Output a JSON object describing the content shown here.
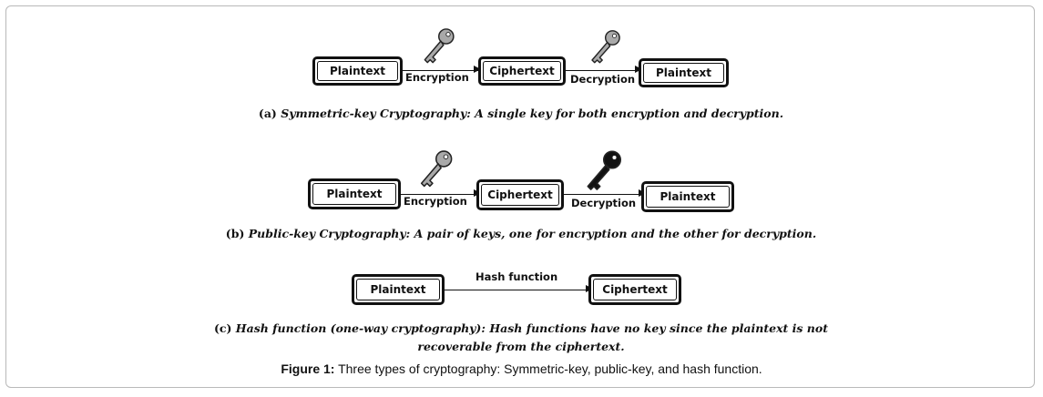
{
  "panel_a": {
    "boxes": [
      "Plaintext",
      "Ciphertext",
      "Plaintext"
    ],
    "edges": [
      "Encryption",
      "Decryption"
    ],
    "keys": [
      "grey-key-icon",
      "grey-key-icon"
    ],
    "caption_label": "(a)",
    "caption_text": "Symmetric-key Cryptography: A single key for both encryption and decryption."
  },
  "panel_b": {
    "boxes": [
      "Plaintext",
      "Ciphertext",
      "Plaintext"
    ],
    "edges": [
      "Encryption",
      "Decryption"
    ],
    "keys": [
      "grey-key-icon",
      "black-key-icon"
    ],
    "caption_label": "(b)",
    "caption_text": "Public-key Cryptography: A pair of keys, one for encryption and the other for decryption."
  },
  "panel_c": {
    "boxes": [
      "Plaintext",
      "Ciphertext"
    ],
    "edges": [
      "Hash function"
    ],
    "caption_label": "(c)",
    "caption_line1": "Hash function (one-way cryptography): Hash functions have no key since the plaintext is not",
    "caption_line2": "recoverable from the ciphertext."
  },
  "figure": {
    "label": "Figure 1:",
    "text": "Three types of cryptography: Symmetric-key, public-key, and hash function."
  },
  "colors": {
    "key_grey": "#a9a9a9",
    "key_black": "#111111"
  }
}
